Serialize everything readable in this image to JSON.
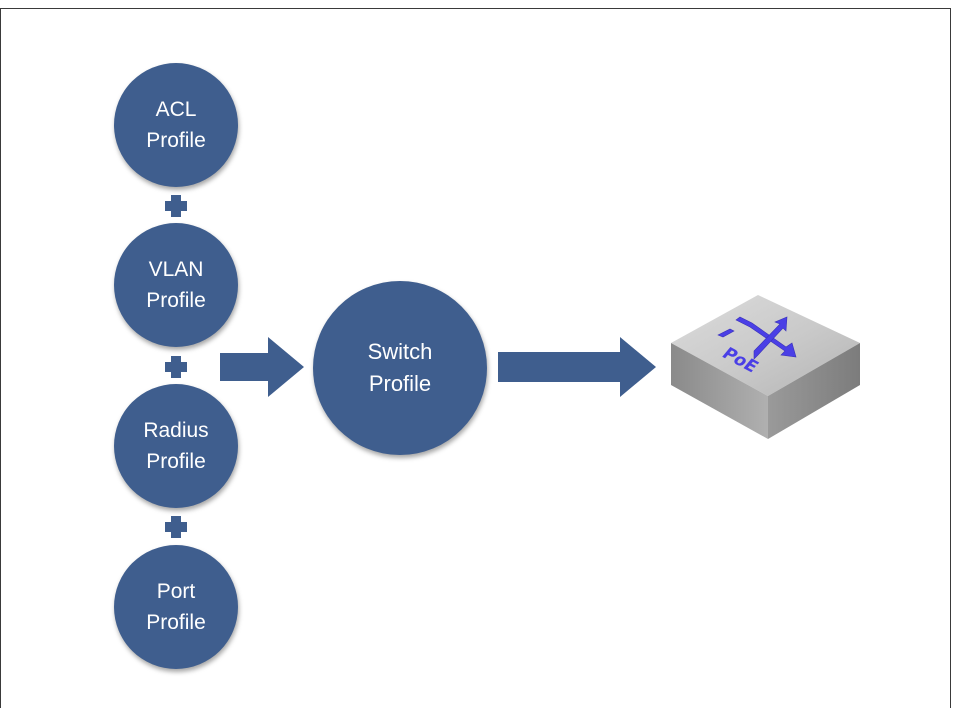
{
  "nodes": {
    "acl": {
      "line1": "ACL",
      "line2": "Profile"
    },
    "vlan": {
      "line1": "VLAN",
      "line2": "Profile"
    },
    "radius": {
      "line1": "Radius",
      "line2": "Profile"
    },
    "port": {
      "line1": "Port",
      "line2": "Profile"
    },
    "switch": {
      "line1": "Switch",
      "line2": "Profile"
    }
  },
  "device": {
    "icon": "poe-switch-icon",
    "label": "PoE"
  },
  "colors": {
    "node_fill": "#3f5e8e",
    "arrow_fill": "#3f5e8e",
    "switch_body": "#9c9c9c",
    "switch_symbol": "#4a3fe6"
  }
}
